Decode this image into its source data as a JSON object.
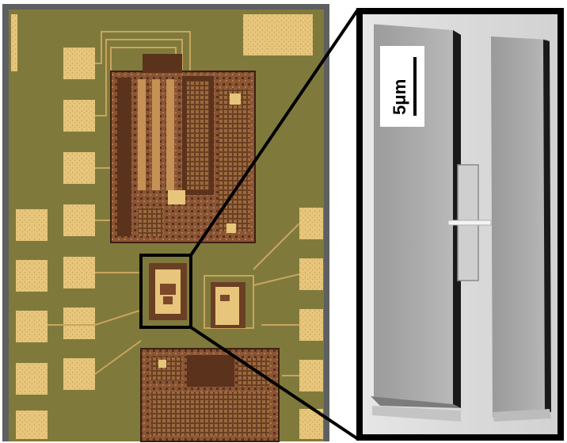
{
  "figure": {
    "left_panel": {
      "kind": "optical micrograph of integrated circuit die",
      "colors": {
        "frame": "#5d5f60",
        "substrate": "#7f7a3c",
        "pad": "#e7c57a",
        "pad_speckle": "#b59350",
        "circuit": "#7c4a2a",
        "circuit_dark": "#4a2a18",
        "trace": "#c9a45e"
      }
    },
    "right_panel": {
      "kind": "scanning electron micrograph (zoom of highlighted region)",
      "scale_bar": {
        "label": "5μm",
        "colors": {
          "box": "#ffffff",
          "text": "#000000"
        }
      },
      "colors": {
        "background": "#dcdcdc",
        "slab": "#a9a9a9",
        "slab_edge": "#1a1a1a",
        "bar": "#cfcfcf"
      }
    },
    "highlight": {
      "colors": {
        "box": "#000000",
        "zoom_lines": "#000000"
      }
    }
  }
}
